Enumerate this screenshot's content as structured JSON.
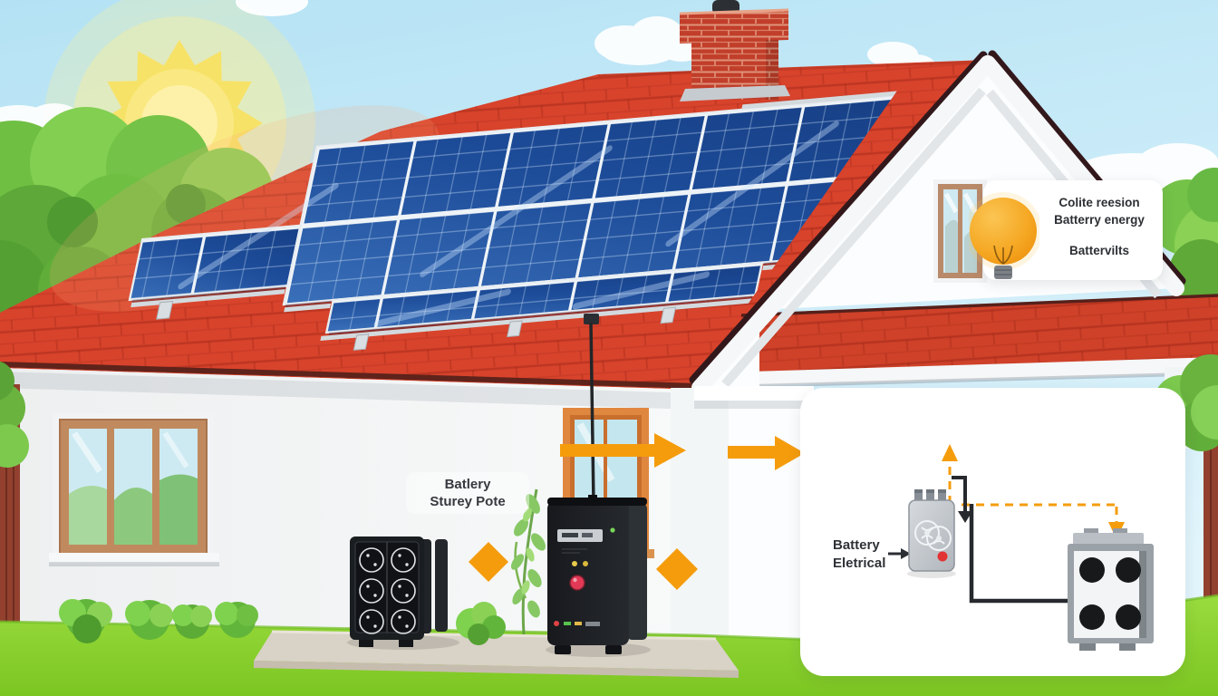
{
  "illustration": {
    "callout": {
      "icon": "lightbulb-icon",
      "lines": [
        "Colite reesion",
        "Batterry energy",
        "Battervilts"
      ]
    },
    "wall_label": {
      "lines": [
        "Batlery",
        "Sturey Pote"
      ]
    },
    "flow_panel": {
      "label_lines": [
        "Battery",
        "Eletrical"
      ]
    },
    "colors": {
      "accent_orange": "#F59C0C",
      "roof_red": "#D8432C",
      "solar_blue": "#1E4C99",
      "grass_green": "#8FD435",
      "foliage_green": "#77C24A",
      "sun_yellow": "#F8E163",
      "sky_blue": "#BFE7F6",
      "device_black": "#1B1E22",
      "card_white": "#FFFFFF",
      "text_dark": "#2C2F34",
      "indicator_red": "#E23434"
    }
  }
}
